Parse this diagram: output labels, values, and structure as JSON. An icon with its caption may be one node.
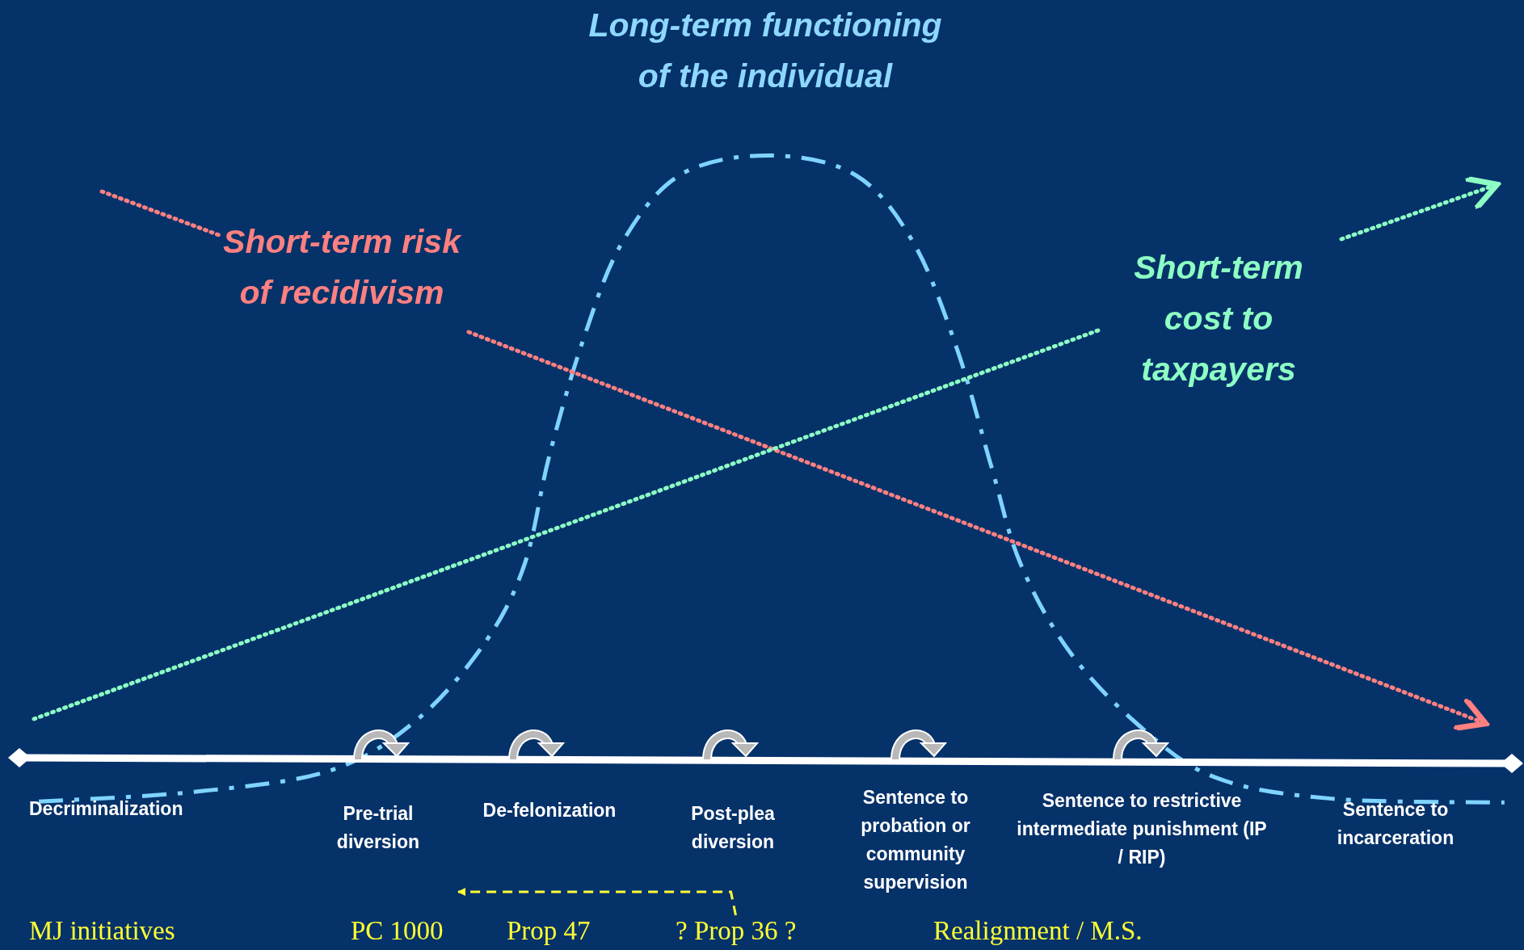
{
  "diagram": {
    "nodes": [
      {
        "text": [
          "MJ initiatives"
        ]
      },
      {
        "text": [
          "PC 1000"
        ]
      },
      {
        "text": [
          "Prop 47"
        ]
      },
      {
        "text": [
          "? Prop 36 ?"
        ]
      },
      {
        "text": [
          "Realignment / M.S."
        ]
      }
    ],
    "edges": [
      {
        "from": 3,
        "to": 1,
        "arrow": "to",
        "style": "dashed",
        "color": "#ffff33"
      }
    ],
    "labels": [
      "Long-term functioning of the individual",
      "Short-term risk of recidivism",
      "Short-term cost to taxpayers",
      "Decriminalization",
      "Pre-trial diversion",
      "De-felonization",
      "Post-plea diversion",
      "Sentence to probation or community supervision",
      "Sentence to restrictive intermediate punishment (IP / RIP)",
      "Sentence to incarceration"
    ]
  }
}
